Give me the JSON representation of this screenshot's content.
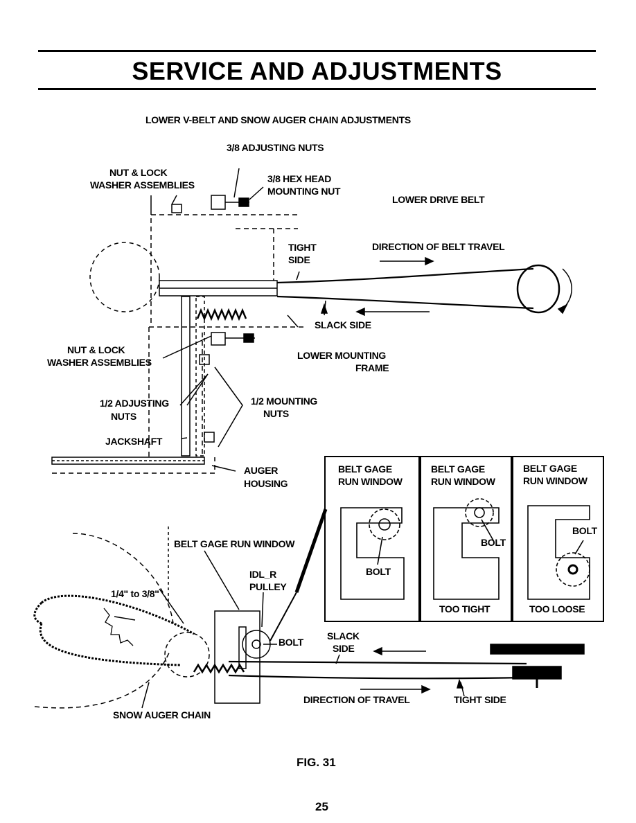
{
  "header": {
    "title": "SERVICE AND ADJUSTMENTS"
  },
  "figure": {
    "heading": "LOWER V-BELT AND SNOW AUGER CHAIN ADJUSTMENTS",
    "labels": {
      "adjusting_nuts_38": "3/8 ADJUSTING NUTS",
      "nut_lock_top_1": "NUT & LOCK",
      "nut_lock_top_2": "WASHER ASSEMBLIES",
      "hex_head_1": "3/8 HEX HEAD",
      "hex_head_2": "MOUNTING NUT",
      "lower_drive_belt": "LOWER DRIVE BELT",
      "tight_side_1": "TIGHT",
      "tight_side_2": "SIDE",
      "direction_belt_travel": "DIRECTION OF BELT TRAVEL",
      "slack_side": "SLACK SIDE",
      "nut_lock_mid_1": "NUT & LOCK",
      "nut_lock_mid_2": "WASHER ASSEMBLIES",
      "lower_mounting_1": "LOWER MOUNTING",
      "lower_mounting_2": "FRAME",
      "adjusting_nuts_12_1": "1/2 ADJUSTING",
      "adjusting_nuts_12_2": "NUTS",
      "mounting_nuts_12_1": "1/2 MOUNTING",
      "mounting_nuts_12_2": "NUTS",
      "jackshaft": "JACKSHAFT",
      "auger_housing_1": "AUGER",
      "auger_housing_2": "HOUSING",
      "belt_gage_run_window": "BELT GAGE RUN WINDOW",
      "idler_pulley_1": "IDL_R",
      "idler_pulley_2": "PULLEY",
      "quarter_to_3_8": "1/4\" to 3/8\"",
      "bolt": "BOLT",
      "slack_side_lower_1": "SLACK",
      "slack_side_lower_2": "SIDE",
      "direction_of_travel": "DIRECTION OF TRAVEL",
      "tight_side_lower": "TIGHT SIDE",
      "snow_auger_chain": "SNOW AUGER CHAIN"
    },
    "gage_panels": [
      {
        "title_1": "BELT GAGE",
        "title_2": "RUN WINDOW",
        "bolt": "BOLT",
        "caption": ""
      },
      {
        "title_1": "BELT GAGE",
        "title_2": "RUN WINDOW",
        "bolt": "BOLT",
        "caption": "TOO TIGHT"
      },
      {
        "title_1": "BELT GAGE",
        "title_2": "RUN WINDOW",
        "bolt": "BOLT",
        "caption": "TOO LOOSE"
      }
    ],
    "caption": "FIG. 31"
  },
  "page_number": "25"
}
